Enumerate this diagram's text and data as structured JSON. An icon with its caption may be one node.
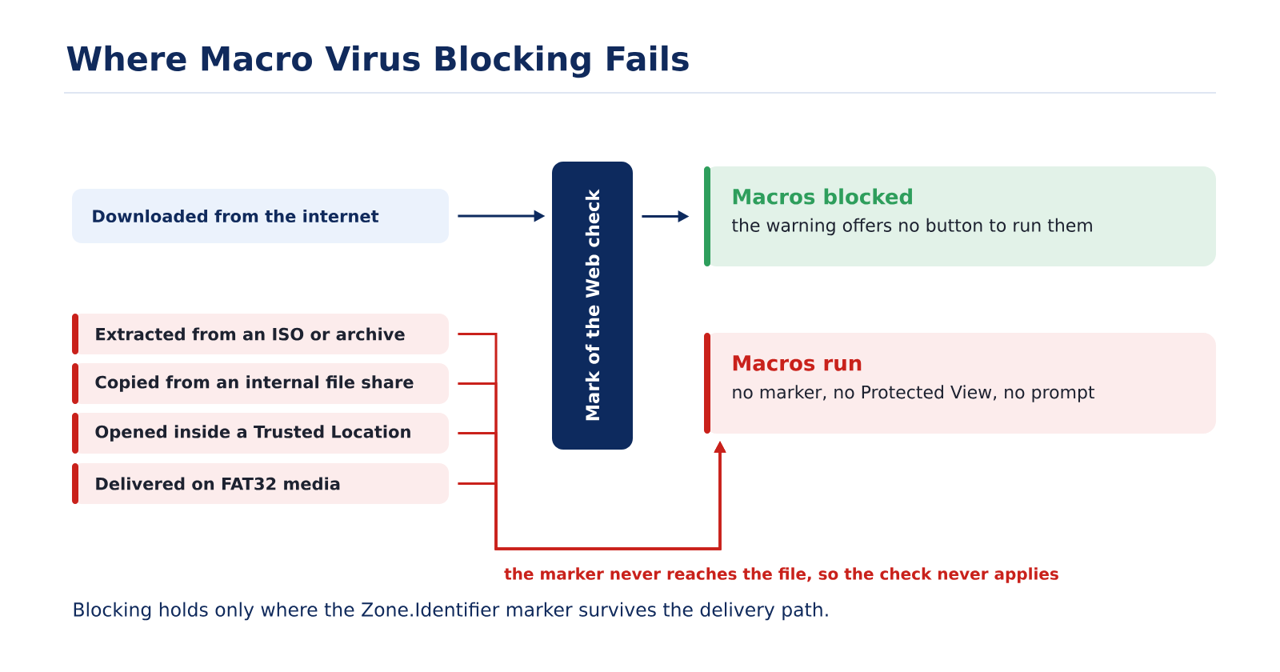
{
  "diagram": {
    "title": "Where Macro Virus Blocking Fails",
    "caption": "Blocking holds only where the Zone.Identifier marker survives the delivery path.",
    "nodes": [
      {
        "text": [
          "Downloaded from the internet"
        ]
      },
      {
        "text": [
          "Mark of the Web check"
        ]
      },
      {
        "text": [
          "Macros blocked",
          "the warning offers no button to run them"
        ]
      },
      {
        "text": [
          "Extracted from an ISO or archive"
        ]
      },
      {
        "text": [
          "Copied from an internal file share"
        ]
      },
      {
        "text": [
          "Opened inside a Trusted Location"
        ]
      },
      {
        "text": [
          "Delivered on FAT32 media"
        ]
      },
      {
        "text": [
          "Macros run",
          "no marker, no Protected View, no prompt"
        ]
      }
    ],
    "edges": [
      {
        "from": 0,
        "to": 1,
        "arrow": "to",
        "color": "#0d2a5e"
      },
      {
        "from": 1,
        "to": 2,
        "arrow": "to",
        "color": "#0d2a5e"
      },
      {
        "from": 3,
        "to": 7,
        "arrow": "to"
      },
      {
        "from": 4,
        "to": 7,
        "arrow": "to"
      },
      {
        "from": 5,
        "to": 7,
        "arrow": "to"
      },
      {
        "from": 6,
        "to": 7,
        "arrow": "to"
      }
    ],
    "labels": [
      "the marker never reaches the file, so the check never applies"
    ]
  }
}
